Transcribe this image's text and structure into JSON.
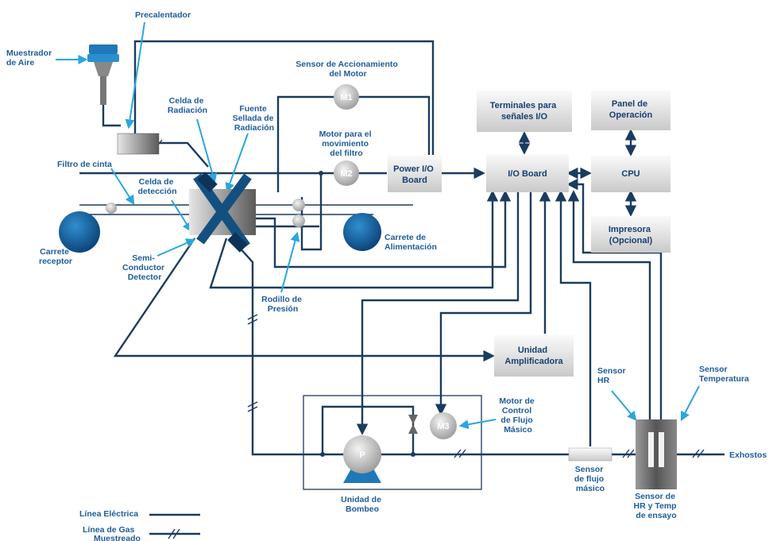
{
  "labels": {
    "muestrador": [
      "Muestrador",
      "de Aire"
    ],
    "precalentador": "Precalentador",
    "celda_radiacion": [
      "Celda de",
      "Radiación"
    ],
    "fuente": [
      "Fuente",
      "Sellada de",
      "Radiación"
    ],
    "sensor_accionamiento": [
      "Sensor de Accionamiento",
      "del Motor"
    ],
    "motor_movimiento": [
      "Motor para el",
      "movimiento",
      "del filtro"
    ],
    "filtro_cinta": "Filtro de cinta",
    "celda_deteccion": [
      "Celda de",
      "detección"
    ],
    "carrete_receptor": [
      "Carrete",
      "receptor"
    ],
    "carrete_alimentacion": [
      "Carrete de",
      "Alimentación"
    ],
    "semiconductor": [
      "Semi-",
      "Conductor",
      "Detector"
    ],
    "rodillo": [
      "Rodillo de",
      "Presión"
    ],
    "unidad_bombeo": [
      "Unidad de",
      "Bombeo"
    ],
    "motor_control": [
      "Motor de",
      "Control",
      "de Flujo",
      "Másico"
    ],
    "sensor_flujo": [
      "Sensor",
      "de flujo",
      "másico"
    ],
    "sensor_hr": [
      "Sensor",
      "HR"
    ],
    "sensor_temperatura": [
      "Sensor",
      "Temperatura"
    ],
    "sensor_hr_temp": [
      "Sensor de",
      "HR y Temp",
      "de ensayo"
    ],
    "exhostos": "Exhostos"
  },
  "boxes": {
    "power_io": [
      "Power I/O",
      "Board"
    ],
    "io_board": "I/O Board",
    "terminales": [
      "Terminales para",
      "señales I/O"
    ],
    "panel": [
      "Panel de",
      "Operación"
    ],
    "cpu": "CPU",
    "impresora": [
      "Impresora",
      "(Opcional)"
    ],
    "amplificadora": [
      "Unidad",
      "Amplificadora"
    ]
  },
  "motors": {
    "m1": "M1",
    "m2": "M2",
    "m3": "M3",
    "pump": "P"
  },
  "legend": {
    "electrica": "Línea Eléctrica",
    "gas": [
      "Línea de Gas",
      "Muestreado"
    ]
  }
}
